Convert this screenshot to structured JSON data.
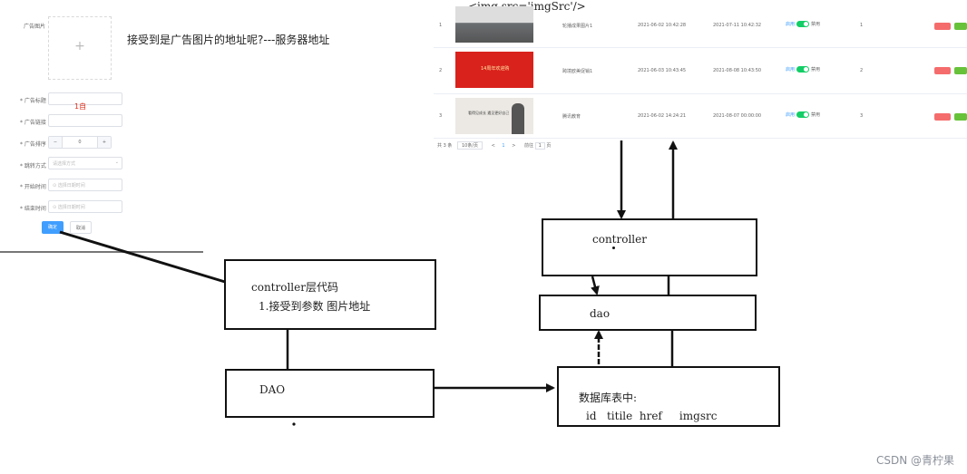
{
  "form": {
    "image_label": "广告图片",
    "plus": "+",
    "question": "接受到是广告图片的地址呢?---服务器地址",
    "fields": [
      {
        "label": "* 广告标题",
        "placeholder": ""
      },
      {
        "label": "* 广告链接",
        "placeholder": ""
      },
      {
        "label": "* 广告排序",
        "placeholder": ""
      },
      {
        "label": "* 跳转方式",
        "placeholder": "请选择方式"
      },
      {
        "label": "* 开始时间",
        "placeholder": "⊙ 选择日期时间"
      },
      {
        "label": "* 结束时间",
        "placeholder": "⊙ 选择日期时间"
      }
    ],
    "stepper": {
      "minus": "−",
      "value": "0",
      "plus": "+"
    },
    "red_mark": "1自",
    "confirm": "确定",
    "cancel": "取消"
  },
  "table": {
    "code_label": "<img src='imgSrc'/>",
    "rows": [
      {
        "id": "1",
        "name": "轮播成果图片1",
        "created": "2021-06-02 10:42:28",
        "updated": "2021-07-11 10:42:32",
        "status_a": "启用",
        "status_b": "禁用",
        "sort": "1",
        "thumb_color": "#6b6f72"
      },
      {
        "id": "2",
        "name": "跨境欧美促销1",
        "created": "2021-06-03 10:43:45",
        "updated": "2021-08-08 10:43:50",
        "status_a": "启用",
        "status_b": "禁用",
        "sort": "2",
        "thumb_color": "#d9221c"
      },
      {
        "id": "3",
        "name": "腾讯教育",
        "created": "2021-06-02 14:24:21",
        "updated": "2021-08-07 00:00:00",
        "status_a": "启用",
        "status_b": "禁用",
        "sort": "3",
        "thumb_color": "#e9e6e2"
      }
    ],
    "banner_text": "14周年欢迎购",
    "edu_text": "看得见成长 遇见更好自己",
    "pagination": {
      "total": "共 3 条",
      "per_page": "10条/页",
      "prev": "<",
      "page": "1",
      "next": ">",
      "goto": "前往",
      "goto_page": "1",
      "unit": "页"
    }
  },
  "diagram": {
    "left_controller_title": "controller层代码",
    "left_controller_note": "1.接受到参数 图片地址",
    "left_dao": "DAO",
    "right_controller": "controller",
    "right_dao": "dao",
    "db_title": "数据库表中:",
    "db_columns": "id   titile  href     imgsrc"
  },
  "watermark": "CSDN @青柠果"
}
